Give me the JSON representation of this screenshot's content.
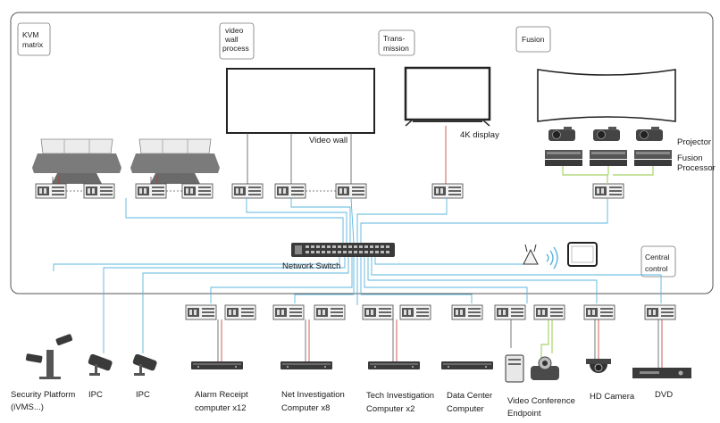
{
  "system_labels": {
    "kvm": [
      "KVM",
      "matrix"
    ],
    "video_wall_process": [
      "video",
      "wall",
      "process"
    ],
    "transmission": [
      "Trans-",
      "mission"
    ],
    "fusion": [
      "Fusion"
    ],
    "central_control": [
      "Central",
      "control"
    ]
  },
  "display_labels": {
    "video_wall": "Video wall",
    "display_4k": "4K display",
    "projector": "Projector",
    "fusion_processor": [
      "Fusion",
      "Processor"
    ],
    "network_switch": "Network Switch"
  },
  "bottom_labels": {
    "security_platform": [
      "Security Platform",
      "(iVMS...)"
    ],
    "ipc_1": [
      "IPC"
    ],
    "ipc_2": [
      "IPC"
    ],
    "alarm_receipt": [
      "Alarm Receipt",
      "computer x12"
    ],
    "net_investigation": [
      "Net Investigation",
      "Computer x8"
    ],
    "tech_investigation": [
      "Tech Investigation",
      "Computer x2"
    ],
    "data_center": [
      "Data Center",
      "Computer"
    ],
    "video_conference": [
      "Video Conference",
      "Endpoint"
    ],
    "hd_camera": [
      "HD Camera"
    ],
    "dvd": [
      "DVD"
    ]
  },
  "colors": {
    "frame": "#555555",
    "network_line": "#5ab4dc",
    "red_line": "#c0392b",
    "green_line": "#8cc63f",
    "device_grey": "#6b6b6b"
  }
}
